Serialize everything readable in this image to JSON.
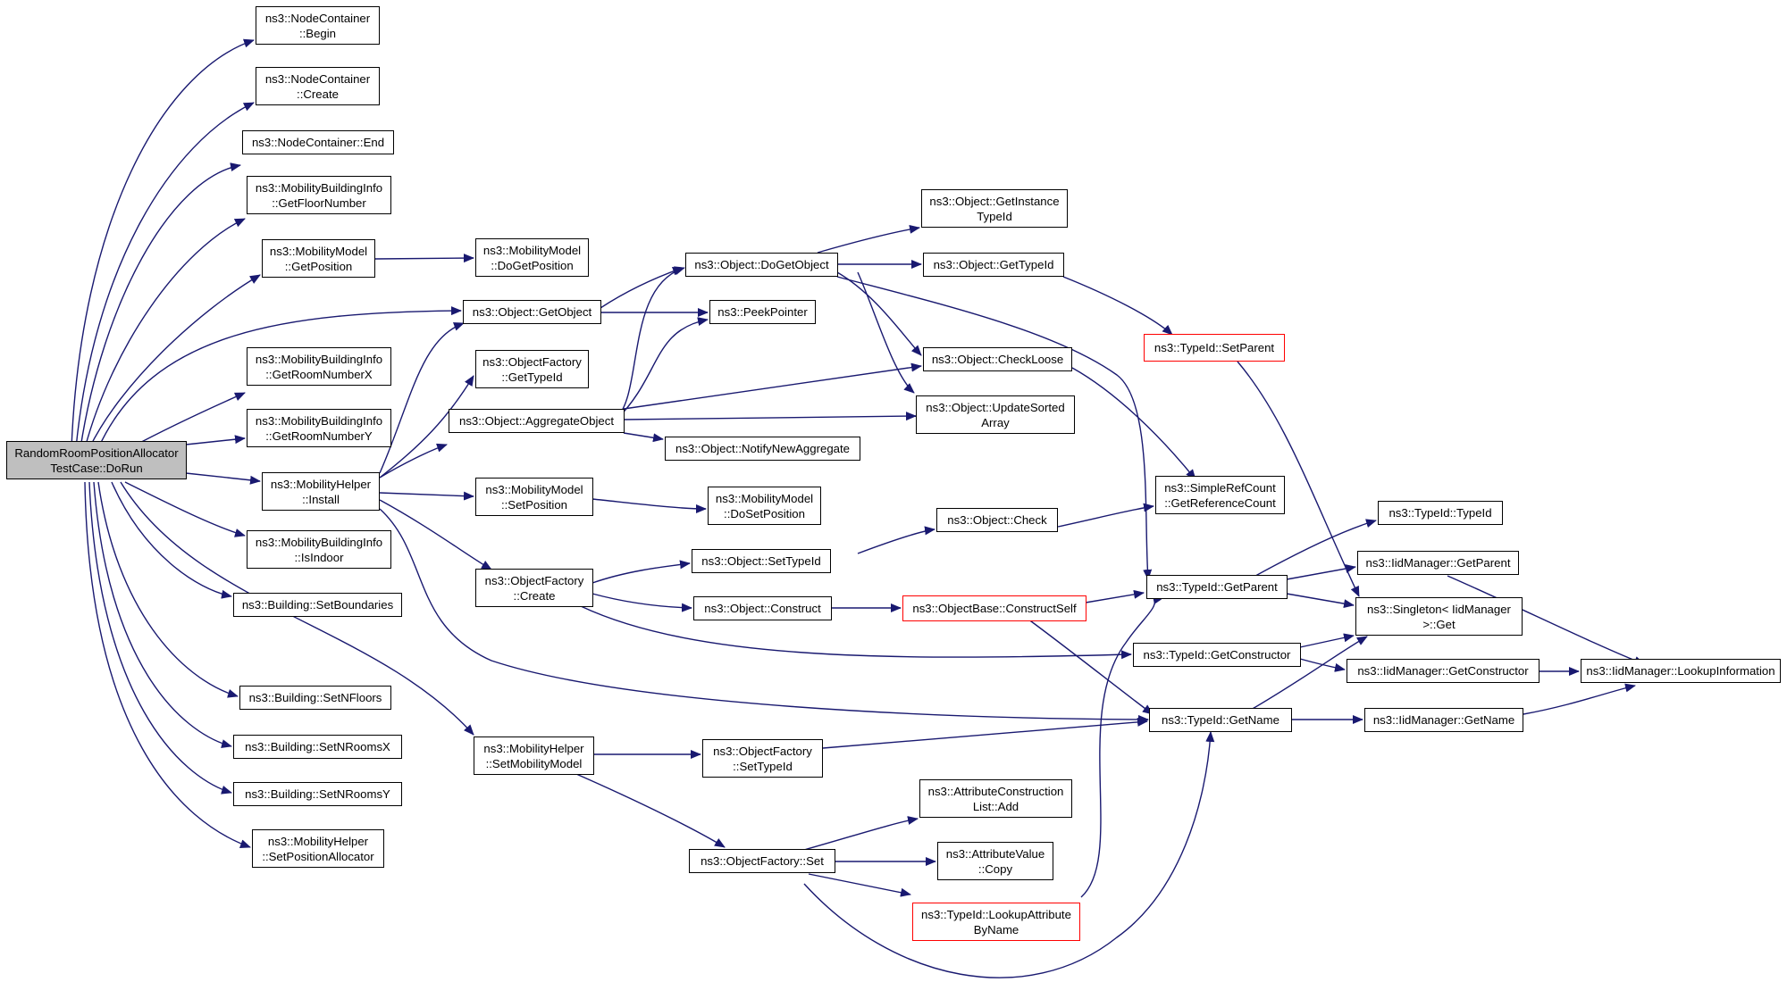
{
  "colors": {
    "edge": "#191970",
    "border": "#000000",
    "red_border": "#ff0000",
    "root_fill": "#bfbfbf"
  },
  "nodes": {
    "root": "RandomRoomPositionAllocator\nTestCase::DoRun",
    "nc_begin": "ns3::NodeContainer\n::Begin",
    "nc_create": "ns3::NodeContainer\n::Create",
    "nc_end": "ns3::NodeContainer::End",
    "mbi_floor": "ns3::MobilityBuildingInfo\n::GetFloorNumber",
    "mm_getpos": "ns3::MobilityModel\n::GetPosition",
    "mm_dogetpos": "ns3::MobilityModel\n::DoGetPosition",
    "obj_getobject": "ns3::Object::GetObject",
    "obj_dogetobject": "ns3::Object::DoGetObject",
    "peekpointer": "ns3::PeekPointer",
    "obj_getinstancetypeid": "ns3::Object::GetInstance\nTypeId",
    "obj_gettypeid": "ns3::Object::GetTypeId",
    "typeid_setparent": "ns3::TypeId::SetParent",
    "mbi_roomx": "ns3::MobilityBuildingInfo\n::GetRoomNumberX",
    "mbi_roomy": "ns3::MobilityBuildingInfo\n::GetRoomNumberY",
    "of_gettypeid": "ns3::ObjectFactory\n::GetTypeId",
    "obj_aggregate": "ns3::Object::AggregateObject",
    "obj_checkloose": "ns3::Object::CheckLoose",
    "obj_updatesorted": "ns3::Object::UpdateSorted\nArray",
    "obj_notify": "ns3::Object::NotifyNewAggregate",
    "mh_install": "ns3::MobilityHelper\n::Install",
    "mm_setpos": "ns3::MobilityModel\n::SetPosition",
    "mm_dosetpos": "ns3::MobilityModel\n::DoSetPosition",
    "simplerefcount": "ns3::SimpleRefCount\n::GetReferenceCount",
    "mbi_isindoor": "ns3::MobilityBuildingInfo\n::IsIndoor",
    "obj_check": "ns3::Object::Check",
    "typeid_typeid": "ns3::TypeId::TypeId",
    "bld_setbounds": "ns3::Building::SetBoundaries",
    "of_create": "ns3::ObjectFactory\n::Create",
    "obj_settypeid": "ns3::Object::SetTypeId",
    "iid_getparent": "ns3::IidManager::GetParent",
    "typeid_getparent": "ns3::TypeId::GetParent",
    "singleton_get": "ns3::Singleton< IidManager\n>::Get",
    "obj_construct": "ns3::Object::Construct",
    "objbase_constructself": "ns3::ObjectBase::ConstructSelf",
    "typeid_getconstructor": "ns3::TypeId::GetConstructor",
    "iid_getconstructor": "ns3::IidManager::GetConstructor",
    "iid_lookupinfo": "ns3::IidManager::LookupInformation",
    "bld_setnfloors": "ns3::Building::SetNFloors",
    "typeid_getname": "ns3::TypeId::GetName",
    "iid_getname": "ns3::IidManager::GetName",
    "bld_setnroomsx": "ns3::Building::SetNRoomsX",
    "mh_setmobilitymodel": "ns3::MobilityHelper\n::SetMobilityModel",
    "of_settypeid": "ns3::ObjectFactory\n::SetTypeId",
    "bld_setnroomsy": "ns3::Building::SetNRoomsY",
    "acl_add": "ns3::AttributeConstruction\nList::Add",
    "mh_setposalloc": "ns3::MobilityHelper\n::SetPositionAllocator",
    "of_set": "ns3::ObjectFactory::Set",
    "av_copy": "ns3::AttributeValue\n::Copy",
    "typeid_lookupattr": "ns3::TypeId::LookupAttribute\nByName"
  }
}
